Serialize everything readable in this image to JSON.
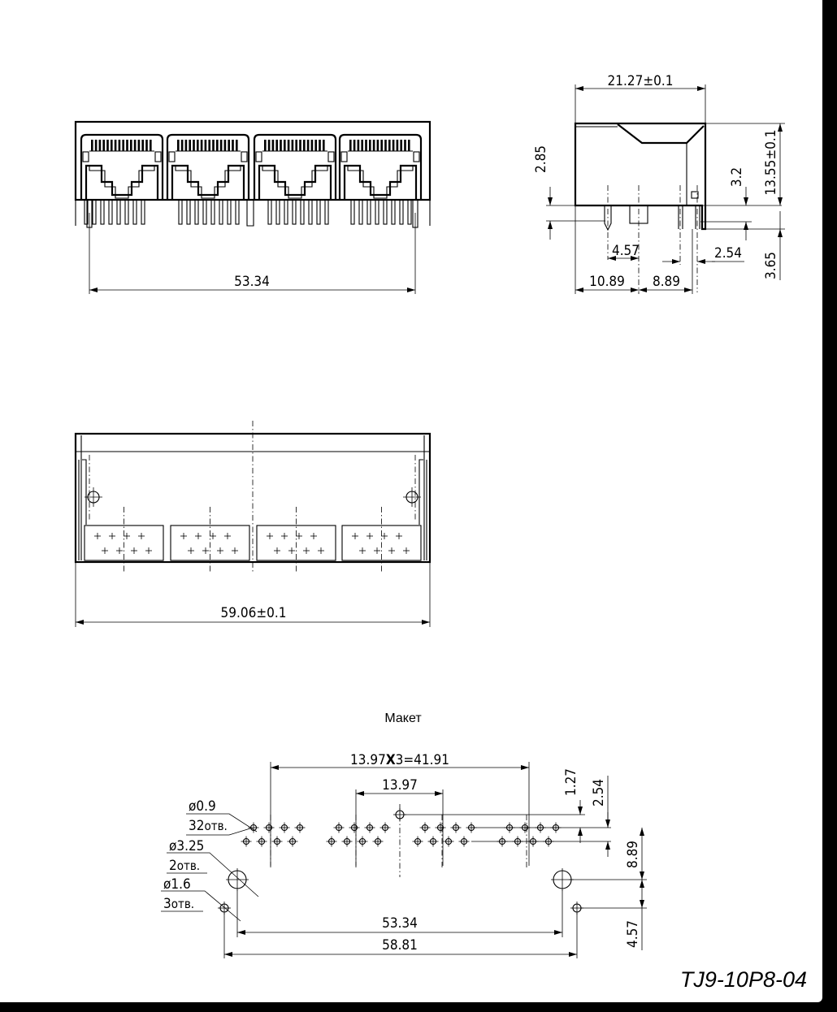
{
  "front_view": {
    "width_53": "53.34"
  },
  "side_view": {
    "width_top": "21.27±0.1",
    "h_2_85": "2.85",
    "h_3_2": "3.2",
    "h_13_55": "13.55±0.1",
    "d_4_57": "4.57",
    "d_2_54": "2.54",
    "d_3_65": "3.65",
    "d_10_89": "10.89",
    "d_8_89": "8.89"
  },
  "bottom_view": {
    "width": "59.06±0.1"
  },
  "layout_view": {
    "title": "Макет",
    "pitch_total": "13.97",
    "pitch_times": "X",
    "pitch_rest": "3=41.91",
    "pitch": "13.97",
    "v_1_27": "1.27",
    "v_2_54": "2.54",
    "v_8_89": "8.89",
    "v_4_57": "4.57",
    "hole_small_dia": "ø0.9",
    "hole_small_count": "32",
    "hole_small_unit": "отв.",
    "hole_big_dia": "ø3.25",
    "hole_big_count": "2",
    "hole_big_unit": "отв.",
    "hole_mid_dia": "ø1.6",
    "hole_mid_count": "3",
    "hole_mid_unit": "отв.",
    "w_53_34": "53.34",
    "w_58_81": "58.81"
  },
  "part_code": "TJ9-10P8-04"
}
